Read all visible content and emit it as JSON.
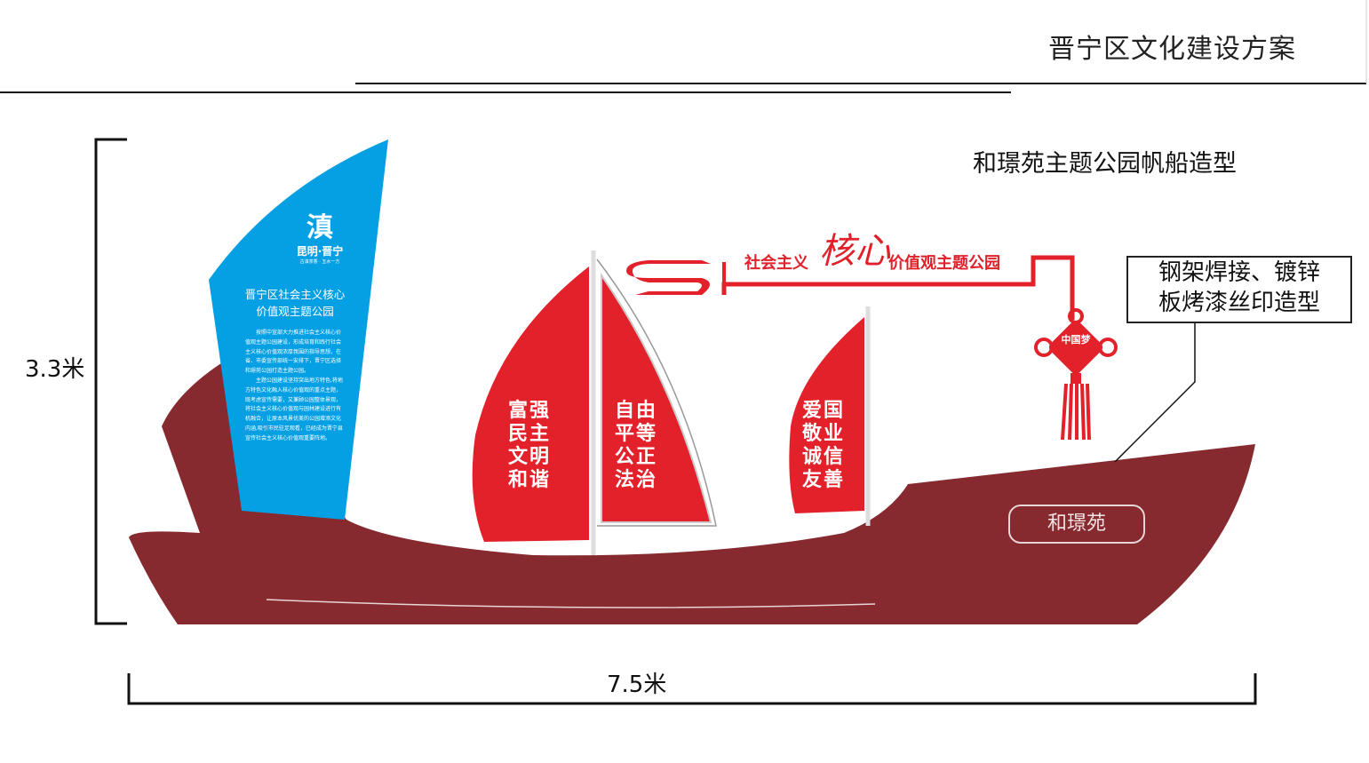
{
  "header": {
    "title": "晋宁区文化建设方案"
  },
  "drawing": {
    "subtitle": "和璟苑主题公园帆船造型",
    "callout_lines": [
      "钢架焊接、镀锌",
      "板烤漆丝印造型"
    ],
    "height_dimension": "3.3米",
    "width_dimension": "7.5米",
    "colors": {
      "hull": "#862a30",
      "sail_red": "#e3212b",
      "sail_blue": "#05a0e4"
    }
  },
  "blue_sail": {
    "logo_text": "昆明·晋宁",
    "logo_tagline": "古滇茶香 · 五水一方",
    "heading_lines": [
      "晋宁区社会主义核心",
      "价值观主题公园"
    ],
    "body_paragraphs": [
      "按照中宣部大力推进社会主义核心价值观主题公园建设，形成培育和践行社会主义核心价值观浓厚氛围的指导思想，在省、市委宣传部统一安排下，晋宁区选择和璟苑公园打造主题公园。",
      "主题公园建设坚持突出地方特色,将地方特色文化融入核心价值观的重点主题，既考虑宣传需要，又兼顾公园整体景观，将社会主义核心价值观与园林建设进行有机融合，让原本风景优美的公园增添文化内涵,吸引市民驻足观看，已经成为晋宁县宣传社会主义核心价值观重要阵地。"
    ]
  },
  "banner": {
    "left": "社会主义",
    "core": "核心",
    "right": "价值观主题公园"
  },
  "sails": {
    "left": [
      "富强",
      "民主",
      "文明",
      "和谐"
    ],
    "middle": [
      "自由",
      "平等",
      "公正",
      "法治"
    ],
    "right": [
      "爱国",
      "敬业",
      "诚信",
      "友善"
    ]
  },
  "knot_text": "中国梦",
  "plaque": "和璟苑"
}
